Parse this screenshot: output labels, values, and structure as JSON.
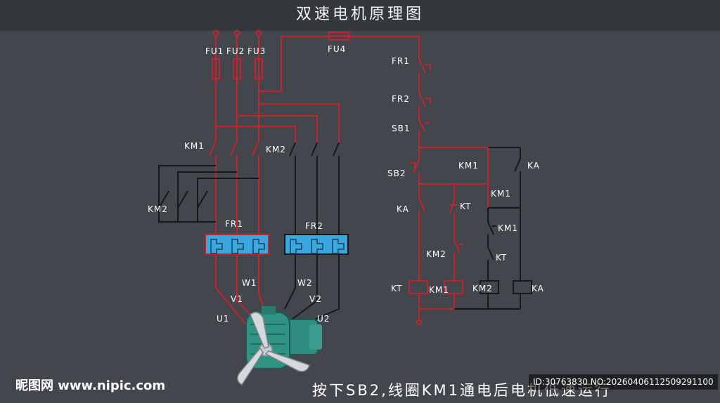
{
  "title": "双速电机原理图",
  "caption": "按下SB2,线圈KM1通电后电机低速运行",
  "watermark": {
    "left": "昵图网 www.nipic.com",
    "right": "ID:30763830 NO:20260406112509291100"
  },
  "colors": {
    "background": "#43474d",
    "energized_wire": "#c8232c",
    "idle_wire": "#16181c",
    "overload_block": "#3aa8e0",
    "label": "#ffffff"
  },
  "labels": {
    "fu1": "FU1",
    "fu2": "FU2",
    "fu3": "FU3",
    "fu4": "FU4",
    "km1_main": "KM1",
    "km2_main": "KM2",
    "km2_delta": "KM2",
    "fr1_block": "FR1",
    "fr2_block": "FR2",
    "w1": "W1",
    "v1": "V1",
    "u1": "U1",
    "w2": "W2",
    "v2": "V2",
    "u2": "U2",
    "fr1_ctrl": "FR1",
    "fr2_ctrl": "FR2",
    "sb1": "SB1",
    "sb2": "SB2",
    "km1_hold": "KM1",
    "ka_hold": "KA",
    "km1_nc": "KM1",
    "ka_contact": "KA",
    "kt_contact": "KT",
    "km1_interlock": "KM1",
    "km2_interlock": "KM2",
    "kt_nc": "KT",
    "kt_coil": "KT",
    "km1_coil": "KM1",
    "km2_coil": "KM2",
    "ka_coil": "KA"
  },
  "icons": [
    "motor-fan-icon"
  ]
}
